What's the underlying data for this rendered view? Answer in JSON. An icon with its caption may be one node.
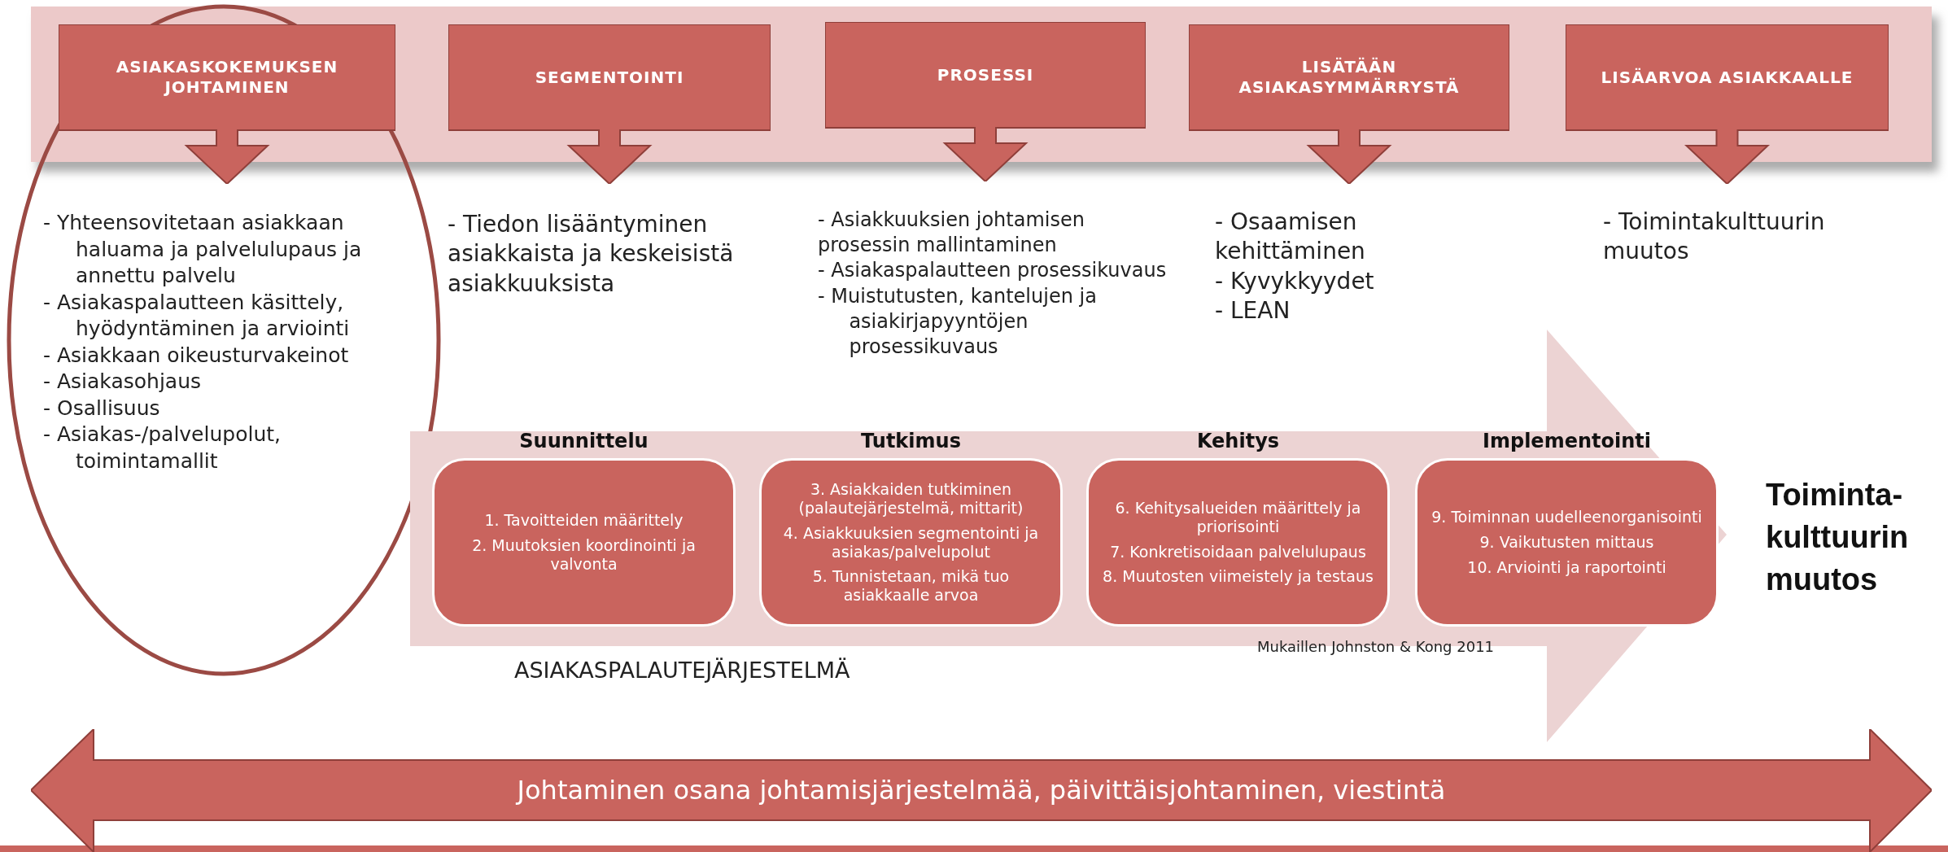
{
  "diagram": {
    "nodes": [
      {
        "text": [
          "ASIAKASKOKEMUKSEN JOHTAMINEN"
        ],
        "beside": [
          "- Yhteensovitetaan asiakkaan haluama ja palvelulupaus ja annettu palvelu",
          "- Asiakaspalautteen käsittely, hyödyntäminen ja arviointi",
          "- Asiakkaan oikeusturvakeinot",
          "- Asiakasohjaus",
          "- Osallisuus",
          "- Asiakas-/palvelupolut, toimintamallit"
        ]
      },
      {
        "text": [
          "SEGMENTOINTI"
        ],
        "beside": [
          "- Tiedon lisääntyminen asiakkaista ja keskeisistä asiakkuuksista"
        ]
      },
      {
        "text": [
          "PROSESSI"
        ],
        "beside": [
          "- Asiakkuuksien johtamisen prosessin mallintaminen",
          "- Asiakaspalautteen prosessikuvaus",
          "- Muistutusten, kantelujen ja asiakirjapyyntöjen prosessikuvaus"
        ]
      },
      {
        "text": [
          "LISÄTÄÄN ASIAKASYMMÄRRYSTÄ"
        ],
        "beside": [
          "- Osaamisen kehittäminen",
          "- Kyvykkyydet",
          "- LEAN"
        ]
      },
      {
        "text": [
          "LISÄARVOA ASIAKKAALLE"
        ],
        "beside": [
          "- Toimintakulttuurin muutos"
        ]
      },
      {
        "text": [],
        "shape": "arrow"
      },
      {
        "text": [
          "Suunnittelu",
          "1. Tavoitteiden määrittely",
          "2. Muutoksien koordinointi ja valvonta"
        ],
        "in": 5
      },
      {
        "text": [
          "Tutkimus",
          "3. Asiakkaiden tutkiminen (palautejärjestelmä, mittarit)",
          "4. Asiakkuuksien segmentointi ja asiakas/palvelupolut",
          "5. Tunnistetaan, mikä tuo asiakkaalle arvoa"
        ],
        "in": 5
      },
      {
        "text": [
          "Kehitys",
          "6. Kehitysalueiden määrittely ja priorisointi",
          "7. Konkretisoidaan palvelulupaus",
          "8. Muutosten viimeistely ja testaus"
        ],
        "in": 5
      },
      {
        "text": [
          "Implementointi",
          "9. Toiminnan uudelleenorganisointi",
          "9. Vaikutusten mittaus",
          "10. Arviointi ja raportointi"
        ],
        "in": 5
      },
      {
        "text": [
          "Toiminta- kulttuurin muutos"
        ]
      },
      {
        "text": [
          "Johtaminen osana johtamisjärjestelmää, päivittäisjohtaminen, viestintä"
        ]
      }
    ],
    "labels": [
      "Mukaillen Johnston & Kong 2011",
      "ASIAKASPALAUTEJÄRJESTELMÄ"
    ]
  }
}
